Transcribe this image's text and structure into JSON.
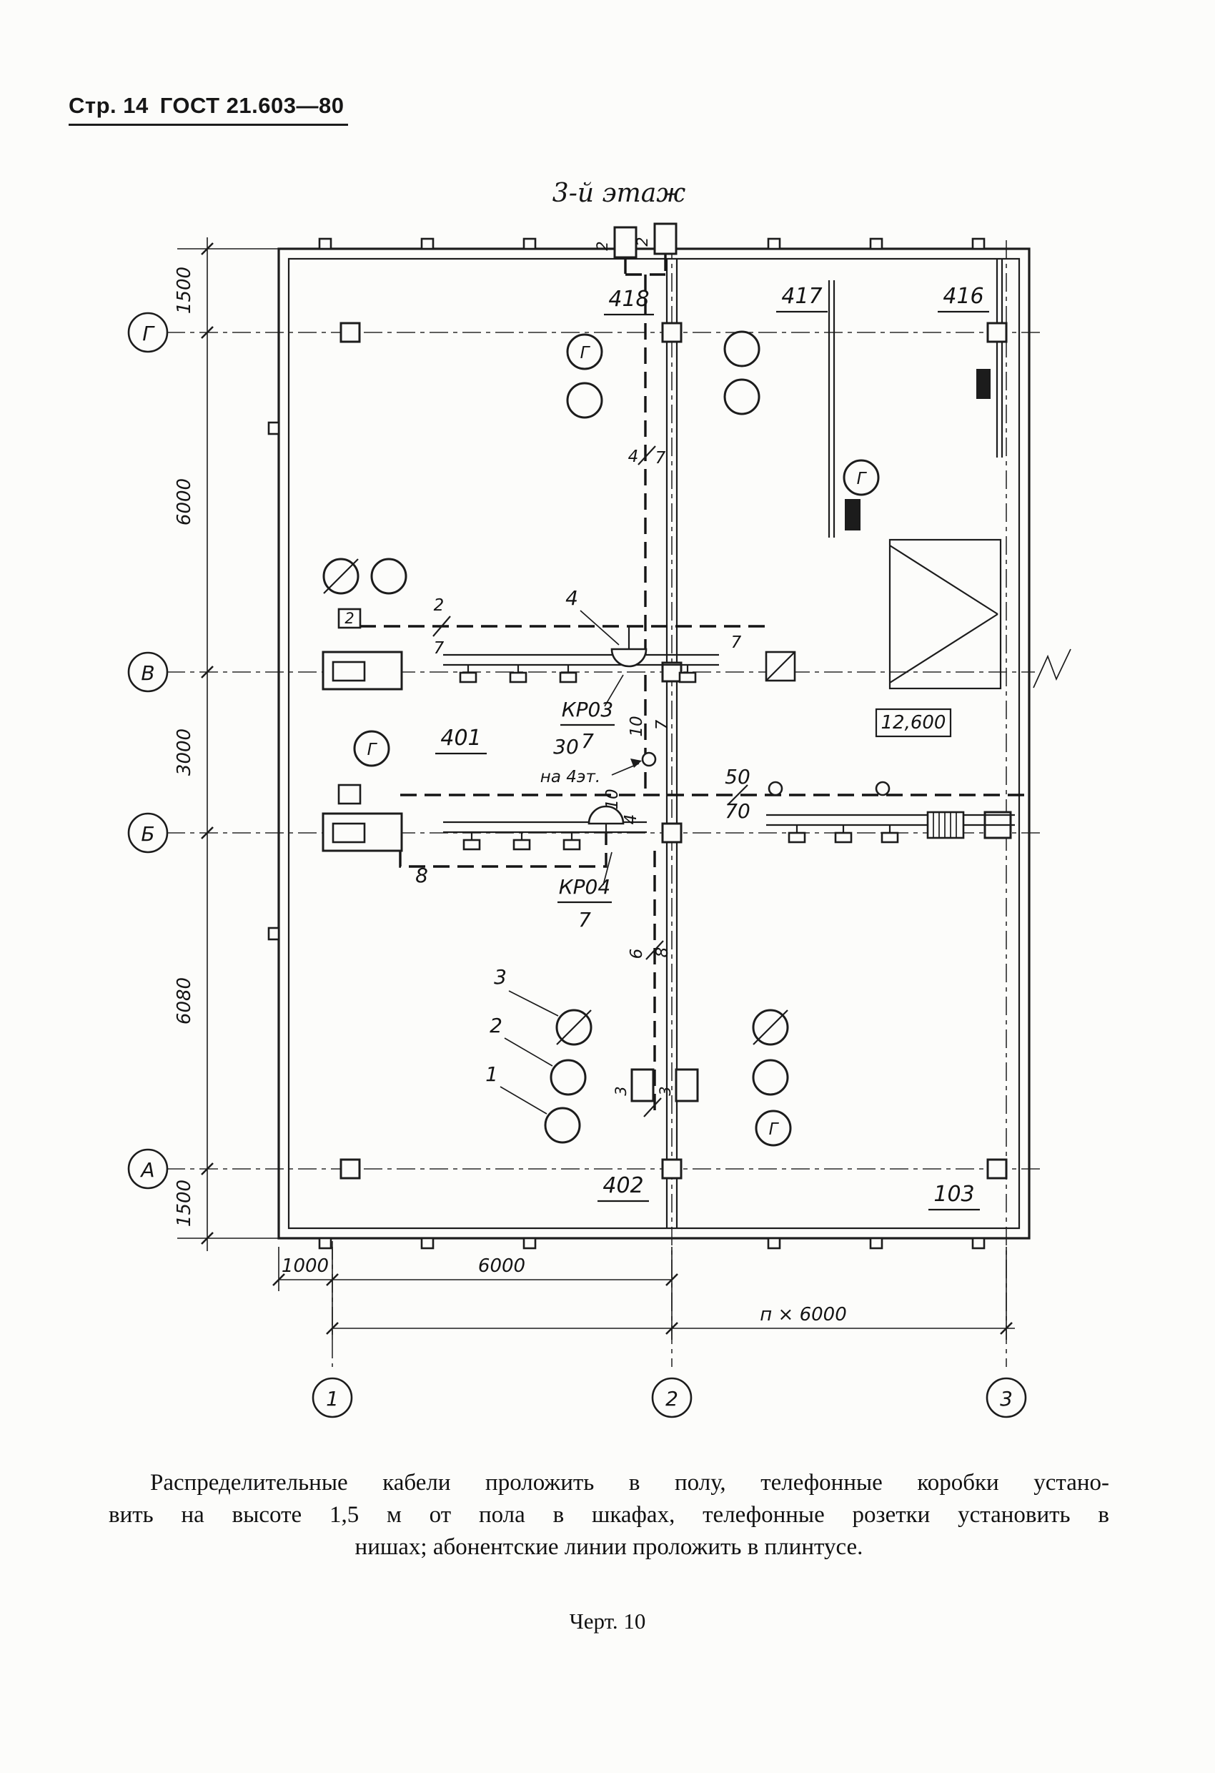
{
  "header": {
    "page_label": "Стр. 14",
    "standard": "ГОСТ 21.603—80"
  },
  "title": "3-й этаж",
  "axis": {
    "r0": "Г",
    "r1": "В",
    "r2": "Б",
    "r3": "А",
    "c0": "1",
    "c1": "2",
    "c2": "3"
  },
  "dims": {
    "left0": "1500",
    "left1": "6000",
    "left2": "3000",
    "left3": "6080",
    "left4": "1500",
    "bottom0": "1000",
    "bottom1": "6000",
    "bottom2": "п × 6000"
  },
  "rooms": {
    "r418": "418",
    "r417": "417",
    "r416": "416",
    "r401": "401",
    "r402": "402",
    "r103": "103"
  },
  "marks": {
    "box2a": "2",
    "box2b": "2",
    "v4": "4",
    "v7": "7",
    "boxv2": "2",
    "s2": "2",
    "s7": "7",
    "c4": "4",
    "r7": "7",
    "kr03": "КР03",
    "kr03d": "7",
    "v10": "10",
    "v7b": "7",
    "elev": "12,600",
    "g_top": "Г",
    "g_right": "Г",
    "g_401": "Г",
    "g_bottom": "Г",
    "n30": "30",
    "to4": "на 4эт.",
    "n50": "50",
    "n70": "70",
    "v10b": "10",
    "v4b": "4",
    "n8": "8",
    "kr04": "КР04",
    "kr04d": "7",
    "v6": "6",
    "v8": "8",
    "leg3": "3",
    "leg2": "2",
    "leg1": "1",
    "box3a": "3",
    "box3b": "3"
  },
  "caption": {
    "line1": "Распределительные кабели проложить в полу, телефонные коробки устано-",
    "line2": "вить на высоте 1,5 м от пола в шкафах, телефонные розетки установить в",
    "line3": "нишах; абонентские линии проложить в плинтусе."
  },
  "figure_label": "Черт. 10"
}
